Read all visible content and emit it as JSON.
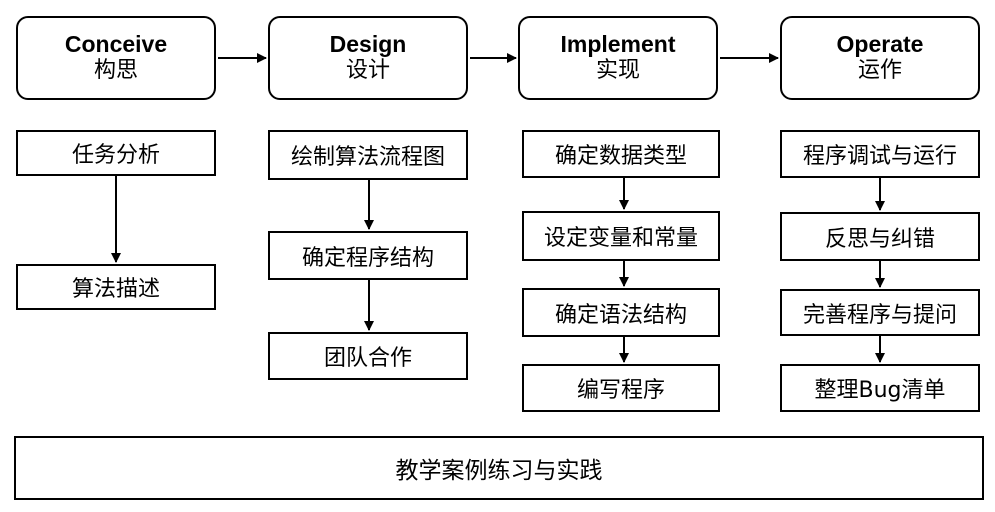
{
  "phases": [
    {
      "en": "Conceive",
      "zh": "构思"
    },
    {
      "en": "Design",
      "zh": "设计"
    },
    {
      "en": "Implement",
      "zh": "实现"
    },
    {
      "en": "Operate",
      "zh": "运作"
    }
  ],
  "columns": [
    [
      "任务分析",
      "算法描述"
    ],
    [
      "绘制算法流程图",
      "确定程序结构",
      "团队合作"
    ],
    [
      "确定数据类型",
      "设定变量和常量",
      "确定语法结构",
      "编写程序"
    ],
    [
      "程序调试与运行",
      "反思与纠错",
      "完善程序与提问",
      "整理Bug清单"
    ]
  ],
  "footer": "教学案例练习与实践"
}
